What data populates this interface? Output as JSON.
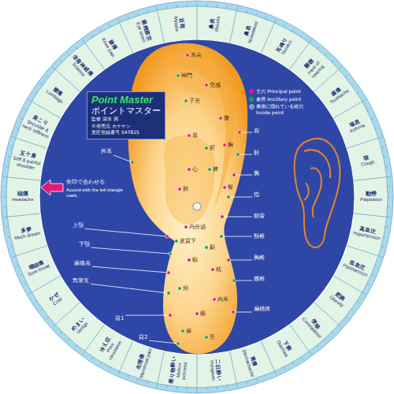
{
  "diagram": {
    "nodes": [
      {
        "text": [
          "Point Master",
          "ポイントマスター",
          "監修 清水 満",
          "©発売元 カナケン",
          "意匠登録番号 547825"
        ]
      },
      {
        "text": [
          "頭痛",
          "Headache"
        ]
      },
      {
        "text": [
          "五十肩",
          "Stiff & painful shoulder"
        ]
      },
      {
        "text": [
          "肩こり",
          "Shoulder & neck stiffness"
        ]
      },
      {
        "text": [
          "腰痛",
          "Lumbago"
        ]
      },
      {
        "text": [
          "坐骨神経痛",
          "Sciatica"
        ]
      },
      {
        "text": [
          "膝痛",
          "Knee pain"
        ]
      },
      {
        "text": [
          "眼精疲労",
          "Eye strain"
        ]
      },
      {
        "text": [
          "近視",
          "Myopia"
        ]
      },
      {
        "text": [
          "鼻炎",
          "Rhinitis"
        ]
      },
      {
        "text": [
          "鼻血",
          "Nosebleed"
        ]
      },
      {
        "text": [
          "耳鳴り",
          "Tinnitus"
        ]
      },
      {
        "text": [
          "難聴",
          "Hard of hearing"
        ]
      },
      {
        "text": [
          "歯痛",
          "Toothache"
        ]
      },
      {
        "text": [
          "喘息",
          "Asthma"
        ]
      },
      {
        "text": [
          "咳",
          "Cough"
        ]
      },
      {
        "text": [
          "動悸",
          "Palpitation"
        ]
      },
      {
        "text": [
          "高血圧",
          "Hypertension"
        ]
      },
      {
        "text": [
          "低血圧",
          "Hypotension"
        ]
      },
      {
        "text": [
          "肥満",
          "Obesity"
        ]
      },
      {
        "text": [
          "便秘",
          "Constipation"
        ]
      },
      {
        "text": [
          "下痢",
          "Diarrhea"
        ]
      },
      {
        "text": [
          "胃痛",
          "Stomachache"
        ]
      },
      {
        "text": [
          "二日酔い",
          "Hangover"
        ]
      },
      {
        "text": [
          "乗り物酔い",
          "Motion sickness"
        ]
      },
      {
        "text": [
          "生理痛",
          "Menstrual pain"
        ]
      },
      {
        "text": [
          "冷え症",
          "Poor circulation"
        ]
      },
      {
        "text": [
          "めまい",
          "Vertigo"
        ]
      },
      {
        "text": [
          "かぜ",
          "Cold"
        ]
      },
      {
        "text": [
          "咽頭痛",
          "Sore throat"
        ]
      },
      {
        "text": [
          "多夢",
          "Much dream"
        ]
      }
    ],
    "labels": [
      "耳尖",
      "神門",
      "交感",
      "子宮",
      "腹",
      "胃",
      "肝",
      "胸",
      "心",
      "脾",
      "肺",
      "腎",
      "内分泌",
      "皮質下",
      "額",
      "顳",
      "枕",
      "頬",
      "内耳",
      "眼",
      "歯",
      "舌",
      "肩",
      "肘",
      "腕",
      "指",
      "鎖骨",
      "頸椎",
      "胸椎",
      "腰椎",
      "扁桃体",
      "外耳",
      "上顎",
      "下顎",
      "歯痛点",
      "気管支",
      "目1",
      "目2",
      "矢印で合わせる",
      "Accord with the left triangle mark."
    ],
    "legend": [
      {
        "text": "主穴 Principal point",
        "color": "#e0197d"
      },
      {
        "text": "兼用 Ancillary point",
        "color": "#1f9d55"
      },
      {
        "text": "裏側に隠れている経穴 Inside point"
      }
    ]
  }
}
